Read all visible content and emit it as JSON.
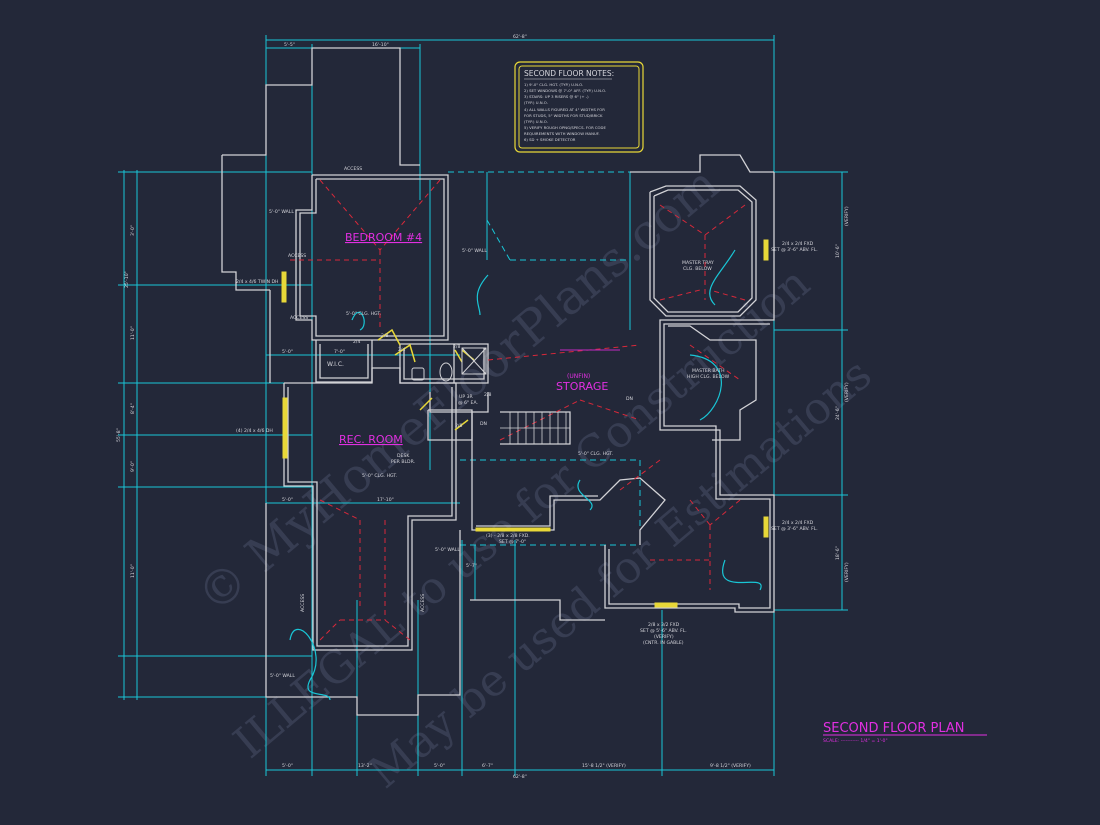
{
  "title": "SECOND FLOOR PLAN",
  "scale": "SCALE: ----------- 1/4\" = 1'-0\"",
  "notes": {
    "heading": "SECOND FLOOR NOTES:",
    "lines": [
      "1) 9'-0\" CLG. HGT. (TYP.) U.N.O.",
      "2) SET WINDOWS @ 7'-0\" AFF. (TYP.) U.N.O.",
      "3) STAIRS: UP 3 RISERS @ 6\" (+ -)",
      "    (TYP.) U.N.O.",
      "4) ALL WALLS FIGURED AT 4\" WIDTHS FOR",
      "    FOR STUDS, 5\" WIDTHS FOR STUD/BRICK",
      "    (TYP.) U.N.O.",
      "5) VERIFY ROUGH OPNG/SPECS. FOR CODE",
      "    REQUIREMENTS WITH WINDOW MANUF.",
      "6) SD + SMOKE DETECTOR"
    ]
  },
  "rooms": {
    "bedroom": "BEDROOM #4",
    "rec": "REC. ROOM",
    "storage_sub": "(UNFIN)",
    "storage": "STORAGE",
    "wic": "W.I.C."
  },
  "labels": {
    "access_top": "ACCESS",
    "access_left1": "ACCESS",
    "access_left2": "ACCESS",
    "access_bl": "ACCESS",
    "access_br": "ACCESS",
    "wall5_top": "5'-0\" WALL",
    "wall5_mid": "5'-0\" WALL",
    "wall5_rec": "5'-0\" WALL",
    "wall5_bot": "5'-0\" WALL",
    "clg_bed": "5'-0\" CLG. HGT.",
    "clg_rec": "5'-0\" CLG. HGT.",
    "clg_storage": "5'-0\" CLG. HGT.",
    "win_bed": "2/4 x 4/6 TWIN DH",
    "win_rec": "(4) 2/4 x 4/6 DH",
    "desk1": "DESK",
    "desk2": "PER BLDR.",
    "storage_win1": "(3) - 2/8 x 2/8 FXD.",
    "storage_win2": "SET @ 7'-0\"",
    "master_tray1": "MASTER TRAY",
    "master_tray2": "CLG. BELOW",
    "master_bath1": "MASTER BATH",
    "master_bath2": "HIGH CLG. BELOW",
    "fxd_top1": "2/4 x 2/4 FXD",
    "fxd_top2": "SET @ 3'-6\" ABV. FL.",
    "fxd_mid1": "2/4 x 2/4 FXD",
    "fxd_mid2": "SET @ 3'-6\" ABV. FL.",
    "gable1": "2/8 x 3/2 FXD",
    "gable2": "SET @ 5'-6\" ABV. FL.",
    "gable3": "(VERIFY)",
    "gable4": "(CNTR. IN GABLE)",
    "up": "UP 3R",
    "up2": "@ 6\" EA.",
    "dn": "DN",
    "dn2": "DN",
    "closet": "2/4",
    "closet2": "2/8",
    "closet3": "2/4",
    "closet4": "2/8",
    "closet5": "2/8",
    "closet6": "2/8",
    "verify_r1": "(VERIFY)",
    "verify_r2": "(VERIFY)",
    "verify_r3": "(VERIFY)"
  },
  "dims": {
    "overall_top": "62'-8\"",
    "overall_bot": "62'-8\"",
    "top1": "5'-5\"",
    "top2": "16'-10\"",
    "left_overall": "55'-8\"",
    "left_upper": "25'-10\"",
    "left_a": "3'-0\"",
    "left_b": "11'-0\"",
    "left_c": "8'-4\"",
    "left_d": "9'-0\"",
    "left_e": "11'-0\"",
    "bot1": "5'-0\"",
    "bot2": "13'-2\"",
    "bot3": "5'-0\"",
    "bot4": "6'-7\"",
    "bot5": "15'-8 1/2\" (VERIFY)",
    "bot6": "9'-8 1/2\" (VERIFY)",
    "r1": "10'-6\"",
    "r2": "24'-6\"",
    "r3": "18'-6\"",
    "inner1": "7'-0\"",
    "inner2": "5'-0\"",
    "inner3": "17'-10\"",
    "inner4": "5'-0\"",
    "inner5": "5'-7\""
  },
  "watermarks": [
    "© MyHomeFloorPlans.com",
    "ILLEGAL to use for Construction",
    "May be used for Estimations"
  ],
  "colors": {
    "background": "#232839",
    "wall": "#d2d2d6",
    "dim": "#19c6d6",
    "accent_magenta": "#e12fe1",
    "hip": "#d8283a",
    "window": "#e8d838",
    "text": "#d6d6dc"
  }
}
